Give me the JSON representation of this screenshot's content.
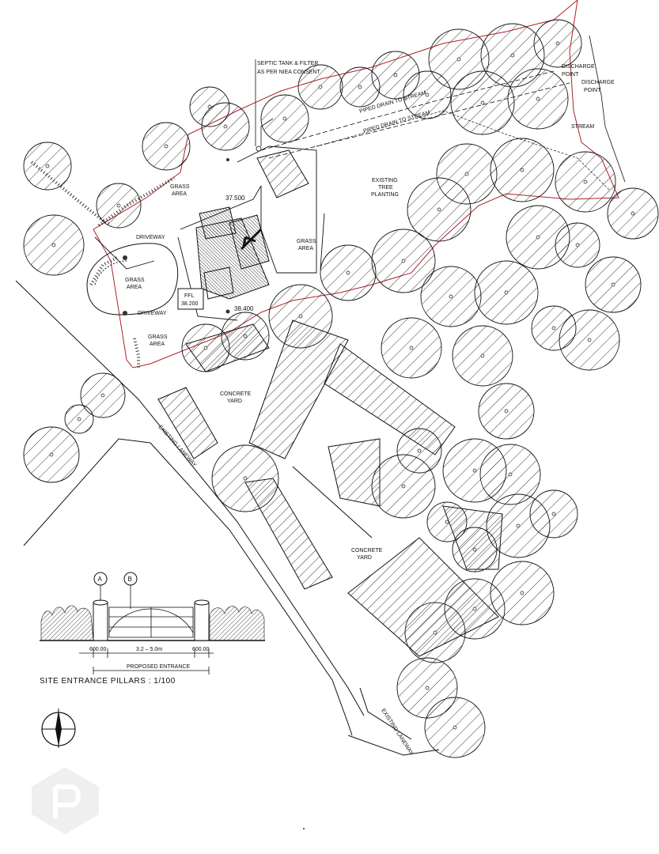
{
  "labels": {
    "septic_line1": "SEPTIC TANK & FILTER",
    "septic_line2": "AS PER NIEA CONSENT",
    "discharge1_a": "DISCHARGE",
    "discharge1_b": "POINT",
    "discharge2_a": "DISCHARGE",
    "discharge2_b": "POINT",
    "stream": "STREAM",
    "piped_drain_1": "PIPED DRAIN TO STREAM",
    "piped_drain_2": "PIPED DRAIN TO STREAM",
    "grass_area_top_a": "GRASS",
    "grass_area_top_b": "AREA",
    "existing_tree_a": "EXISTING",
    "existing_tree_b": "TREE",
    "existing_tree_c": "PLANTING",
    "level_37500": "37.500",
    "driveway_upper": "DRIVEWAY",
    "grass_area_mid_a": "GRASS",
    "grass_area_mid_b": "AREA",
    "grass_area_right_a": "GRASS",
    "grass_area_right_b": "AREA",
    "ffl_a": "FFL",
    "ffl_b": "38.200",
    "level_38400": "38.400",
    "driveway_lower": "DRIVEWAY",
    "grass_area_small_a": "GRASS",
    "grass_area_small_b": "AREA",
    "concrete_yard_1_a": "CONCRETE",
    "concrete_yard_1_b": "YARD",
    "concrete_yard_2_a": "CONCRETE",
    "concrete_yard_2_b": "YARD",
    "existing_laneway_1": "EXISTING LANEWAY",
    "existing_laneway_2": "EXISTING LANEWAY",
    "pillar_a": "A",
    "pillar_b": "B",
    "dim_left": "600.00",
    "dim_right": "600.00",
    "dim_gate": "3.2 – 5.0m",
    "proposed_entrance": "PROPOSED ENTRANCE",
    "site_entrance_title": "SITE ENTRANCE PILLARS  :  1/100"
  },
  "colors": {
    "line": "#111111",
    "boundary_red": "#b0202a",
    "hatch": "#333333",
    "watermark": "#e6e6e6"
  },
  "icons": {
    "north_arrow": "north-arrow-icon",
    "watermark": "property-pal-watermark-icon"
  }
}
